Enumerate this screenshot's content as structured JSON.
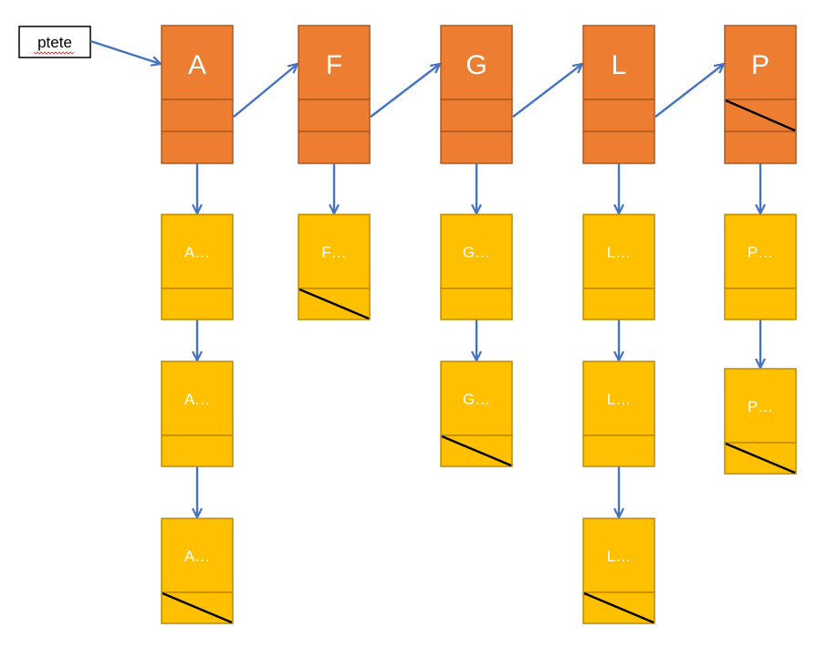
{
  "pointer": {
    "label": "ptete"
  },
  "colors": {
    "head_fill": "#ED7D31",
    "head_stroke": "#AE5A21",
    "sub_fill": "#FFC000",
    "sub_stroke": "#BC8C00",
    "arrow": "#4472C4",
    "null_line": "#000000"
  },
  "lists": [
    {
      "label": "A",
      "items": [
        "A…",
        "A…",
        "A…"
      ]
    },
    {
      "label": "F",
      "items": [
        "F…"
      ]
    },
    {
      "label": "G",
      "items": [
        "G…",
        "G…"
      ]
    },
    {
      "label": "L",
      "items": [
        "L…",
        "L…",
        "L…"
      ]
    },
    {
      "label": "P",
      "items": [
        "P…",
        "P…"
      ]
    }
  ]
}
